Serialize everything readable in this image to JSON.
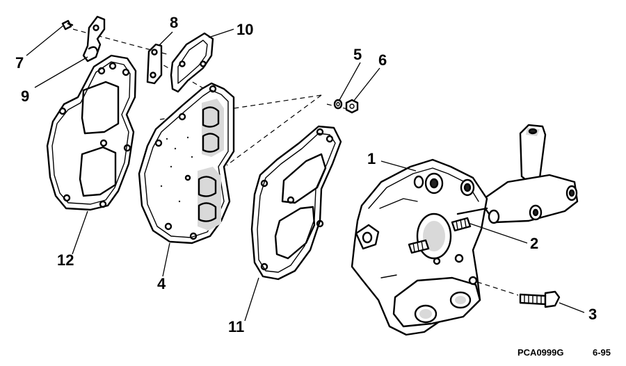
{
  "diagram": {
    "parts": [
      {
        "key": "1",
        "label": "1",
        "icon": "intake-manifold-housing-icon"
      },
      {
        "key": "2",
        "label": "2",
        "icon": "stud-icon"
      },
      {
        "key": "3",
        "label": "3",
        "icon": "bolt-icon"
      },
      {
        "key": "4",
        "label": "4",
        "icon": "reed-plate-icon"
      },
      {
        "key": "5",
        "label": "5",
        "icon": "lockwasher-icon"
      },
      {
        "key": "6",
        "label": "6",
        "icon": "nut-icon"
      },
      {
        "key": "7",
        "label": "7",
        "icon": "screw-icon"
      },
      {
        "key": "8",
        "label": "8",
        "icon": "retainer-icon"
      },
      {
        "key": "9",
        "label": "9",
        "icon": "clip-bracket-icon"
      },
      {
        "key": "10",
        "label": "10",
        "icon": "gasket-small-icon"
      },
      {
        "key": "11",
        "label": "11",
        "icon": "gasket-icon"
      },
      {
        "key": "12",
        "label": "12",
        "icon": "gasket-large-icon"
      }
    ],
    "footer": {
      "code": "PCA0999G",
      "date": "6-95"
    }
  }
}
